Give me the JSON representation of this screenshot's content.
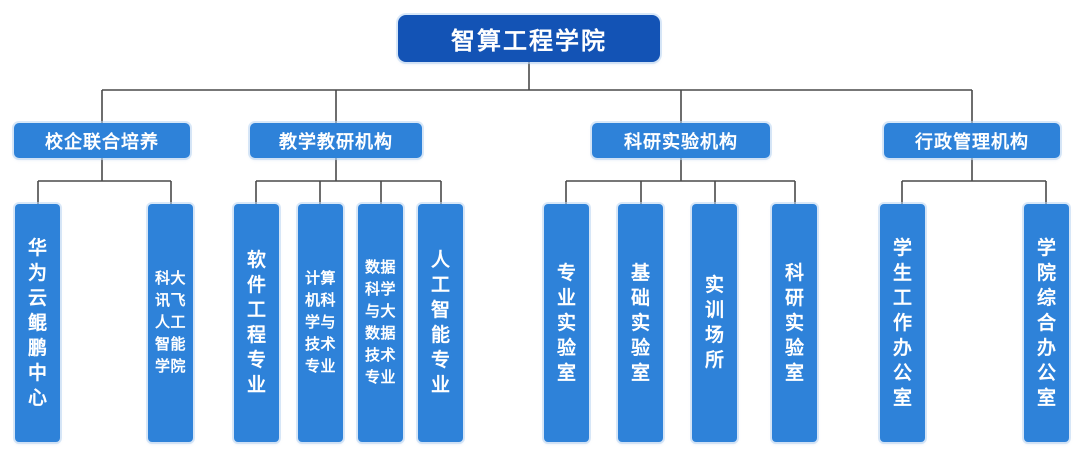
{
  "title": "智算工程学院",
  "colors": {
    "canvas_bg": "#ffffff",
    "root_bg": "#1353b5",
    "node_bg": "#2e82d9",
    "node_text": "#ffffff",
    "line": "#4a4a4a"
  },
  "tree": {
    "root": {
      "label": "智算工程学院"
    },
    "groups": [
      {
        "label": "校企联合培养",
        "children": [
          {
            "label": "华为云鲲鹏中心",
            "text": "华\n为\n云\n鲲\n鹏\n中\n心"
          },
          {
            "label": "科大讯飞人工智能学院",
            "text": "科大\n讯飞\n人工\n智能\n学院"
          }
        ]
      },
      {
        "label": "教学教研机构",
        "children": [
          {
            "label": "软件工程专业",
            "text": "软\n件\n工\n程\n专\n业"
          },
          {
            "label": "计算机科学与技术专业",
            "text": "计算\n机科\n学与\n技术\n专业"
          },
          {
            "label": "数据科学与大数据技术专业",
            "text": "数据\n科学\n与大\n数据\n技术\n专业"
          },
          {
            "label": "人工智能专业",
            "text": "人\n工\n智\n能\n专\n业"
          }
        ]
      },
      {
        "label": "科研实验机构",
        "children": [
          {
            "label": "专业实验室",
            "text": "专\n业\n实\n验\n室"
          },
          {
            "label": "基础实验室",
            "text": "基\n础\n实\n验\n室"
          },
          {
            "label": "实训场所",
            "text": "实\n训\n场\n所"
          },
          {
            "label": "科研实验室",
            "text": "科\n研\n实\n验\n室"
          }
        ]
      },
      {
        "label": "行政管理机构",
        "children": [
          {
            "label": "学生工作办公室",
            "text": "学\n生\n工\n作\n办\n公\n室"
          },
          {
            "label": "学院综合办公室",
            "text": "学\n院\n综\n合\n办\n公\n室"
          }
        ]
      }
    ]
  }
}
